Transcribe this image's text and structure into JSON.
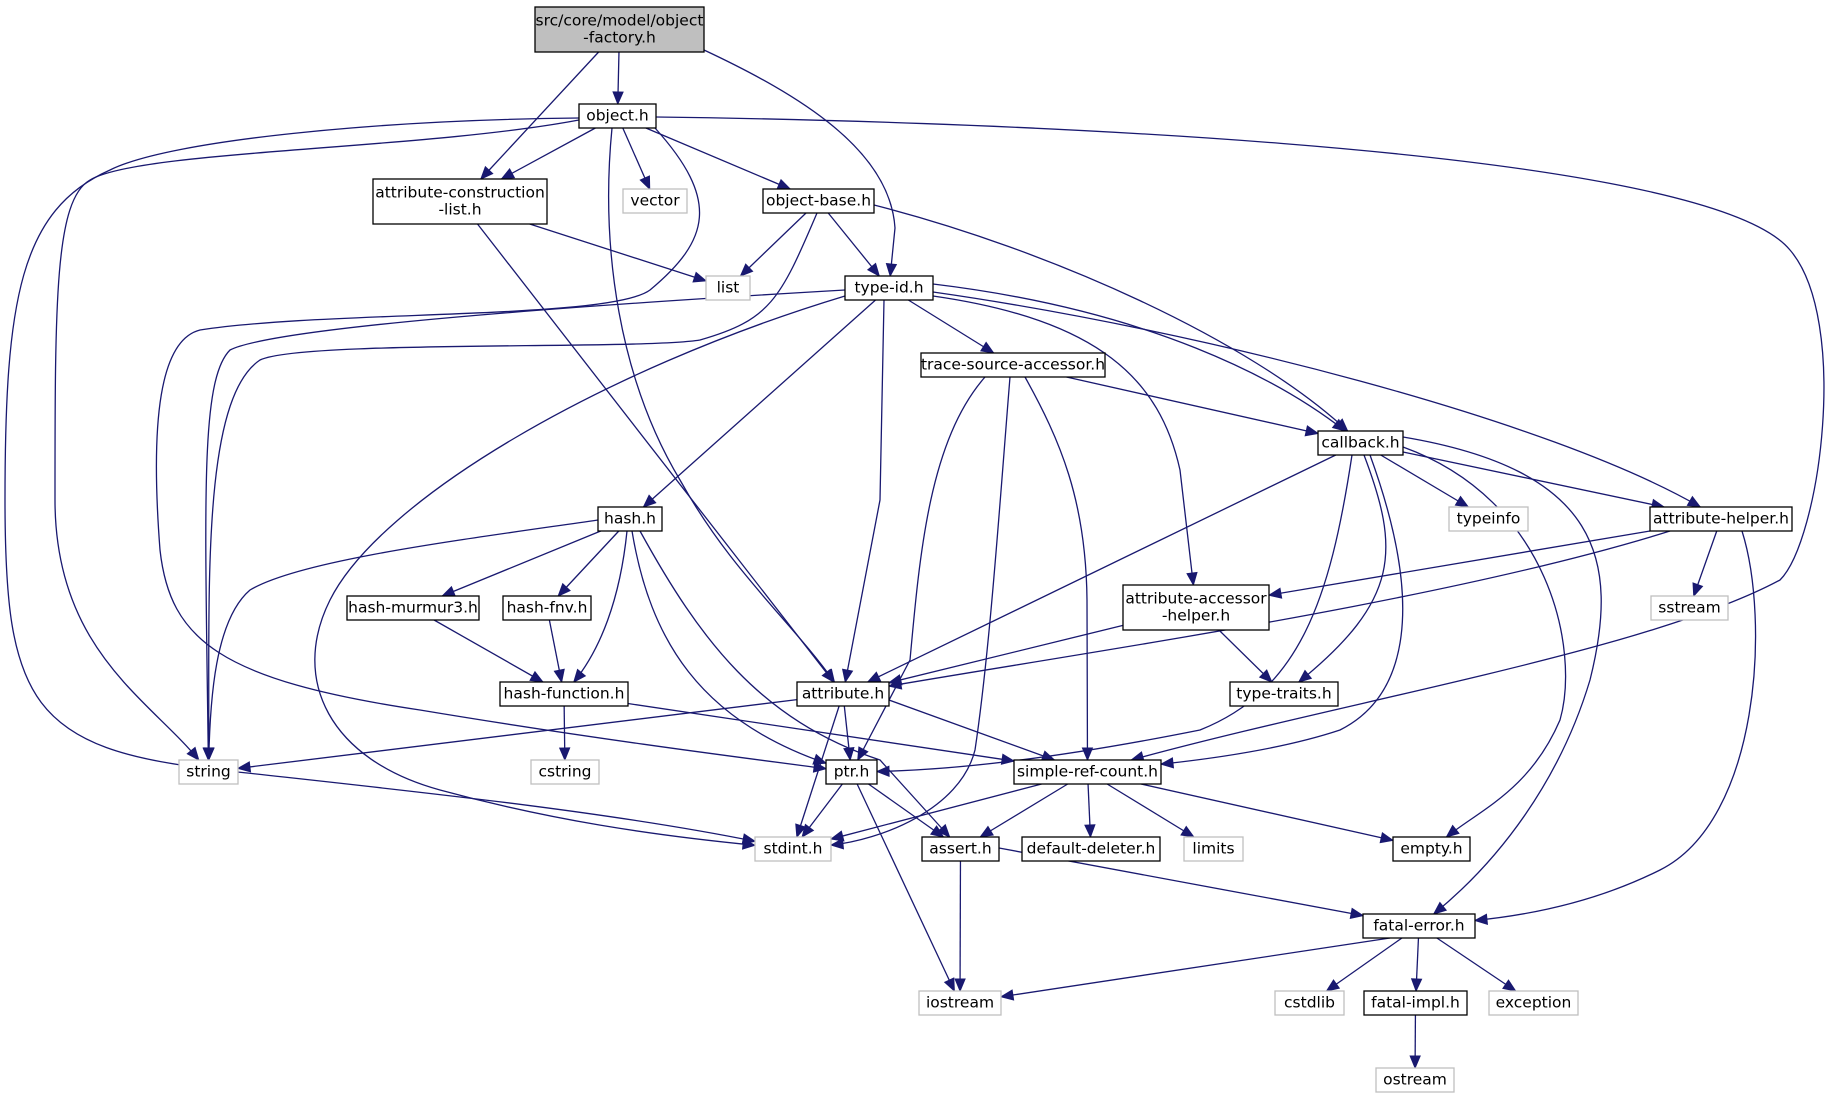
{
  "diagram": {
    "colors": {
      "edge": "#191970",
      "root_fill": "#bfbfbf",
      "node_border": "#000000",
      "system_border": "#bfbfbf"
    },
    "nodes": [
      {
        "id": "object-factory",
        "lines": [
          "src/core/model/object",
          "-factory.h"
        ],
        "kind": "root"
      },
      {
        "id": "object",
        "lines": [
          "object.h"
        ],
        "kind": "normal"
      },
      {
        "id": "attr-construction",
        "lines": [
          "attribute-construction",
          "-list.h"
        ],
        "kind": "normal"
      },
      {
        "id": "vector",
        "lines": [
          "vector"
        ],
        "kind": "system"
      },
      {
        "id": "object-base",
        "lines": [
          "object-base.h"
        ],
        "kind": "normal"
      },
      {
        "id": "list",
        "lines": [
          "list"
        ],
        "kind": "system"
      },
      {
        "id": "type-id",
        "lines": [
          "type-id.h"
        ],
        "kind": "normal"
      },
      {
        "id": "trace-source",
        "lines": [
          "trace-source-accessor.h"
        ],
        "kind": "normal"
      },
      {
        "id": "callback",
        "lines": [
          "callback.h"
        ],
        "kind": "normal"
      },
      {
        "id": "typeinfo",
        "lines": [
          "typeinfo"
        ],
        "kind": "system"
      },
      {
        "id": "attr-helper",
        "lines": [
          "attribute-helper.h"
        ],
        "kind": "normal"
      },
      {
        "id": "hash",
        "lines": [
          "hash.h"
        ],
        "kind": "normal"
      },
      {
        "id": "sstream",
        "lines": [
          "sstream"
        ],
        "kind": "system"
      },
      {
        "id": "hash-murmur3",
        "lines": [
          "hash-murmur3.h"
        ],
        "kind": "normal"
      },
      {
        "id": "hash-fnv",
        "lines": [
          "hash-fnv.h"
        ],
        "kind": "normal"
      },
      {
        "id": "attr-accessor",
        "lines": [
          "attribute-accessor",
          "-helper.h"
        ],
        "kind": "normal"
      },
      {
        "id": "hash-function",
        "lines": [
          "hash-function.h"
        ],
        "kind": "normal"
      },
      {
        "id": "attribute",
        "lines": [
          "attribute.h"
        ],
        "kind": "normal"
      },
      {
        "id": "type-traits",
        "lines": [
          "type-traits.h"
        ],
        "kind": "normal"
      },
      {
        "id": "string",
        "lines": [
          "string"
        ],
        "kind": "system"
      },
      {
        "id": "cstring",
        "lines": [
          "cstring"
        ],
        "kind": "system"
      },
      {
        "id": "ptr",
        "lines": [
          "ptr.h"
        ],
        "kind": "normal"
      },
      {
        "id": "simple-ref-count",
        "lines": [
          "simple-ref-count.h"
        ],
        "kind": "normal"
      },
      {
        "id": "stdint",
        "lines": [
          "stdint.h"
        ],
        "kind": "system"
      },
      {
        "id": "assert",
        "lines": [
          "assert.h"
        ],
        "kind": "normal"
      },
      {
        "id": "default-deleter",
        "lines": [
          "default-deleter.h"
        ],
        "kind": "normal"
      },
      {
        "id": "limits",
        "lines": [
          "limits"
        ],
        "kind": "system"
      },
      {
        "id": "empty",
        "lines": [
          "empty.h"
        ],
        "kind": "normal"
      },
      {
        "id": "fatal-error",
        "lines": [
          "fatal-error.h"
        ],
        "kind": "normal"
      },
      {
        "id": "iostream",
        "lines": [
          "iostream"
        ],
        "kind": "system"
      },
      {
        "id": "cstdlib",
        "lines": [
          "cstdlib"
        ],
        "kind": "system"
      },
      {
        "id": "fatal-impl",
        "lines": [
          "fatal-impl.h"
        ],
        "kind": "normal"
      },
      {
        "id": "exception",
        "lines": [
          "exception"
        ],
        "kind": "system"
      },
      {
        "id": "ostream",
        "lines": [
          "ostream"
        ],
        "kind": "system"
      }
    ],
    "edges": [
      {
        "from": "object-factory",
        "to": "object"
      },
      {
        "from": "object-factory",
        "to": "attr-construction"
      },
      {
        "from": "object-factory",
        "to": "type-id"
      },
      {
        "from": "object",
        "to": "attr-construction"
      },
      {
        "from": "object",
        "to": "vector"
      },
      {
        "from": "object",
        "to": "object-base"
      },
      {
        "from": "object",
        "to": "string"
      },
      {
        "from": "object",
        "to": "stdint"
      },
      {
        "from": "object",
        "to": "attribute"
      },
      {
        "from": "object",
        "to": "ptr"
      },
      {
        "from": "object",
        "to": "simple-ref-count"
      },
      {
        "from": "attr-construction",
        "to": "list"
      },
      {
        "from": "attr-construction",
        "to": "attribute"
      },
      {
        "from": "object-base",
        "to": "list"
      },
      {
        "from": "object-base",
        "to": "type-id"
      },
      {
        "from": "object-base",
        "to": "string"
      },
      {
        "from": "object-base",
        "to": "callback"
      },
      {
        "from": "type-id",
        "to": "trace-source"
      },
      {
        "from": "type-id",
        "to": "callback"
      },
      {
        "from": "type-id",
        "to": "attr-helper"
      },
      {
        "from": "type-id",
        "to": "hash"
      },
      {
        "from": "type-id",
        "to": "attr-accessor"
      },
      {
        "from": "type-id",
        "to": "attribute"
      },
      {
        "from": "type-id",
        "to": "string"
      },
      {
        "from": "type-id",
        "to": "stdint"
      },
      {
        "from": "trace-source",
        "to": "callback"
      },
      {
        "from": "trace-source",
        "to": "ptr"
      },
      {
        "from": "trace-source",
        "to": "simple-ref-count"
      },
      {
        "from": "trace-source",
        "to": "stdint"
      },
      {
        "from": "callback",
        "to": "typeinfo"
      },
      {
        "from": "callback",
        "to": "attr-helper"
      },
      {
        "from": "callback",
        "to": "attribute"
      },
      {
        "from": "callback",
        "to": "ptr"
      },
      {
        "from": "callback",
        "to": "type-traits"
      },
      {
        "from": "callback",
        "to": "simple-ref-count"
      },
      {
        "from": "callback",
        "to": "empty"
      },
      {
        "from": "callback",
        "to": "fatal-error"
      },
      {
        "from": "attr-helper",
        "to": "sstream"
      },
      {
        "from": "attr-helper",
        "to": "attr-accessor"
      },
      {
        "from": "attr-helper",
        "to": "attribute"
      },
      {
        "from": "attr-helper",
        "to": "fatal-error"
      },
      {
        "from": "hash",
        "to": "hash-murmur3"
      },
      {
        "from": "hash",
        "to": "hash-fnv"
      },
      {
        "from": "hash",
        "to": "hash-function"
      },
      {
        "from": "hash",
        "to": "string"
      },
      {
        "from": "hash",
        "to": "ptr"
      },
      {
        "from": "hash",
        "to": "assert"
      },
      {
        "from": "hash-murmur3",
        "to": "hash-function"
      },
      {
        "from": "hash-fnv",
        "to": "hash-function"
      },
      {
        "from": "hash-function",
        "to": "cstring"
      },
      {
        "from": "hash-function",
        "to": "simple-ref-count"
      },
      {
        "from": "attr-accessor",
        "to": "attribute"
      },
      {
        "from": "attr-accessor",
        "to": "type-traits"
      },
      {
        "from": "attribute",
        "to": "string"
      },
      {
        "from": "attribute",
        "to": "ptr"
      },
      {
        "from": "attribute",
        "to": "simple-ref-count"
      },
      {
        "from": "attribute",
        "to": "stdint"
      },
      {
        "from": "ptr",
        "to": "stdint"
      },
      {
        "from": "ptr",
        "to": "assert"
      },
      {
        "from": "ptr",
        "to": "iostream"
      },
      {
        "from": "simple-ref-count",
        "to": "stdint"
      },
      {
        "from": "simple-ref-count",
        "to": "assert"
      },
      {
        "from": "simple-ref-count",
        "to": "default-deleter"
      },
      {
        "from": "simple-ref-count",
        "to": "limits"
      },
      {
        "from": "simple-ref-count",
        "to": "empty"
      },
      {
        "from": "assert",
        "to": "iostream"
      },
      {
        "from": "assert",
        "to": "fatal-error"
      },
      {
        "from": "fatal-error",
        "to": "iostream"
      },
      {
        "from": "fatal-error",
        "to": "cstdlib"
      },
      {
        "from": "fatal-error",
        "to": "fatal-impl"
      },
      {
        "from": "fatal-error",
        "to": "exception"
      },
      {
        "from": "fatal-impl",
        "to": "ostream"
      }
    ]
  }
}
